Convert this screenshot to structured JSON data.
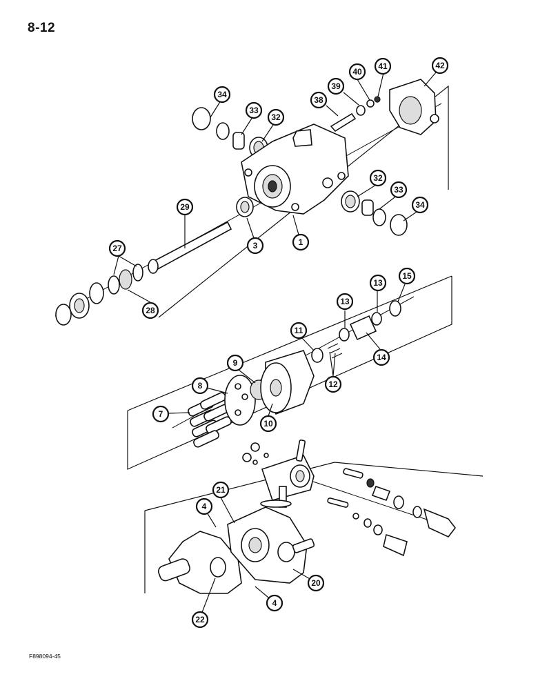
{
  "page_number": "8-12",
  "figure_code": "F898094-45",
  "callouts": {
    "c34a": "34",
    "c33a": "33",
    "c32a": "32",
    "c38": "38",
    "c39": "39",
    "c40": "40",
    "c41": "41",
    "c42": "42",
    "c32b": "32",
    "c33b": "33",
    "c34b": "34",
    "c29": "29",
    "c3": "3",
    "c1": "1",
    "c27": "27",
    "c28": "28",
    "c13a": "13",
    "c13b": "13",
    "c15": "15",
    "c11": "11",
    "c12": "12",
    "c14": "14",
    "c9": "9",
    "c8": "8",
    "c7": "7",
    "c10": "10",
    "c21": "21",
    "c4a": "4",
    "c4b": "4",
    "c20": "20",
    "c22": "22"
  }
}
